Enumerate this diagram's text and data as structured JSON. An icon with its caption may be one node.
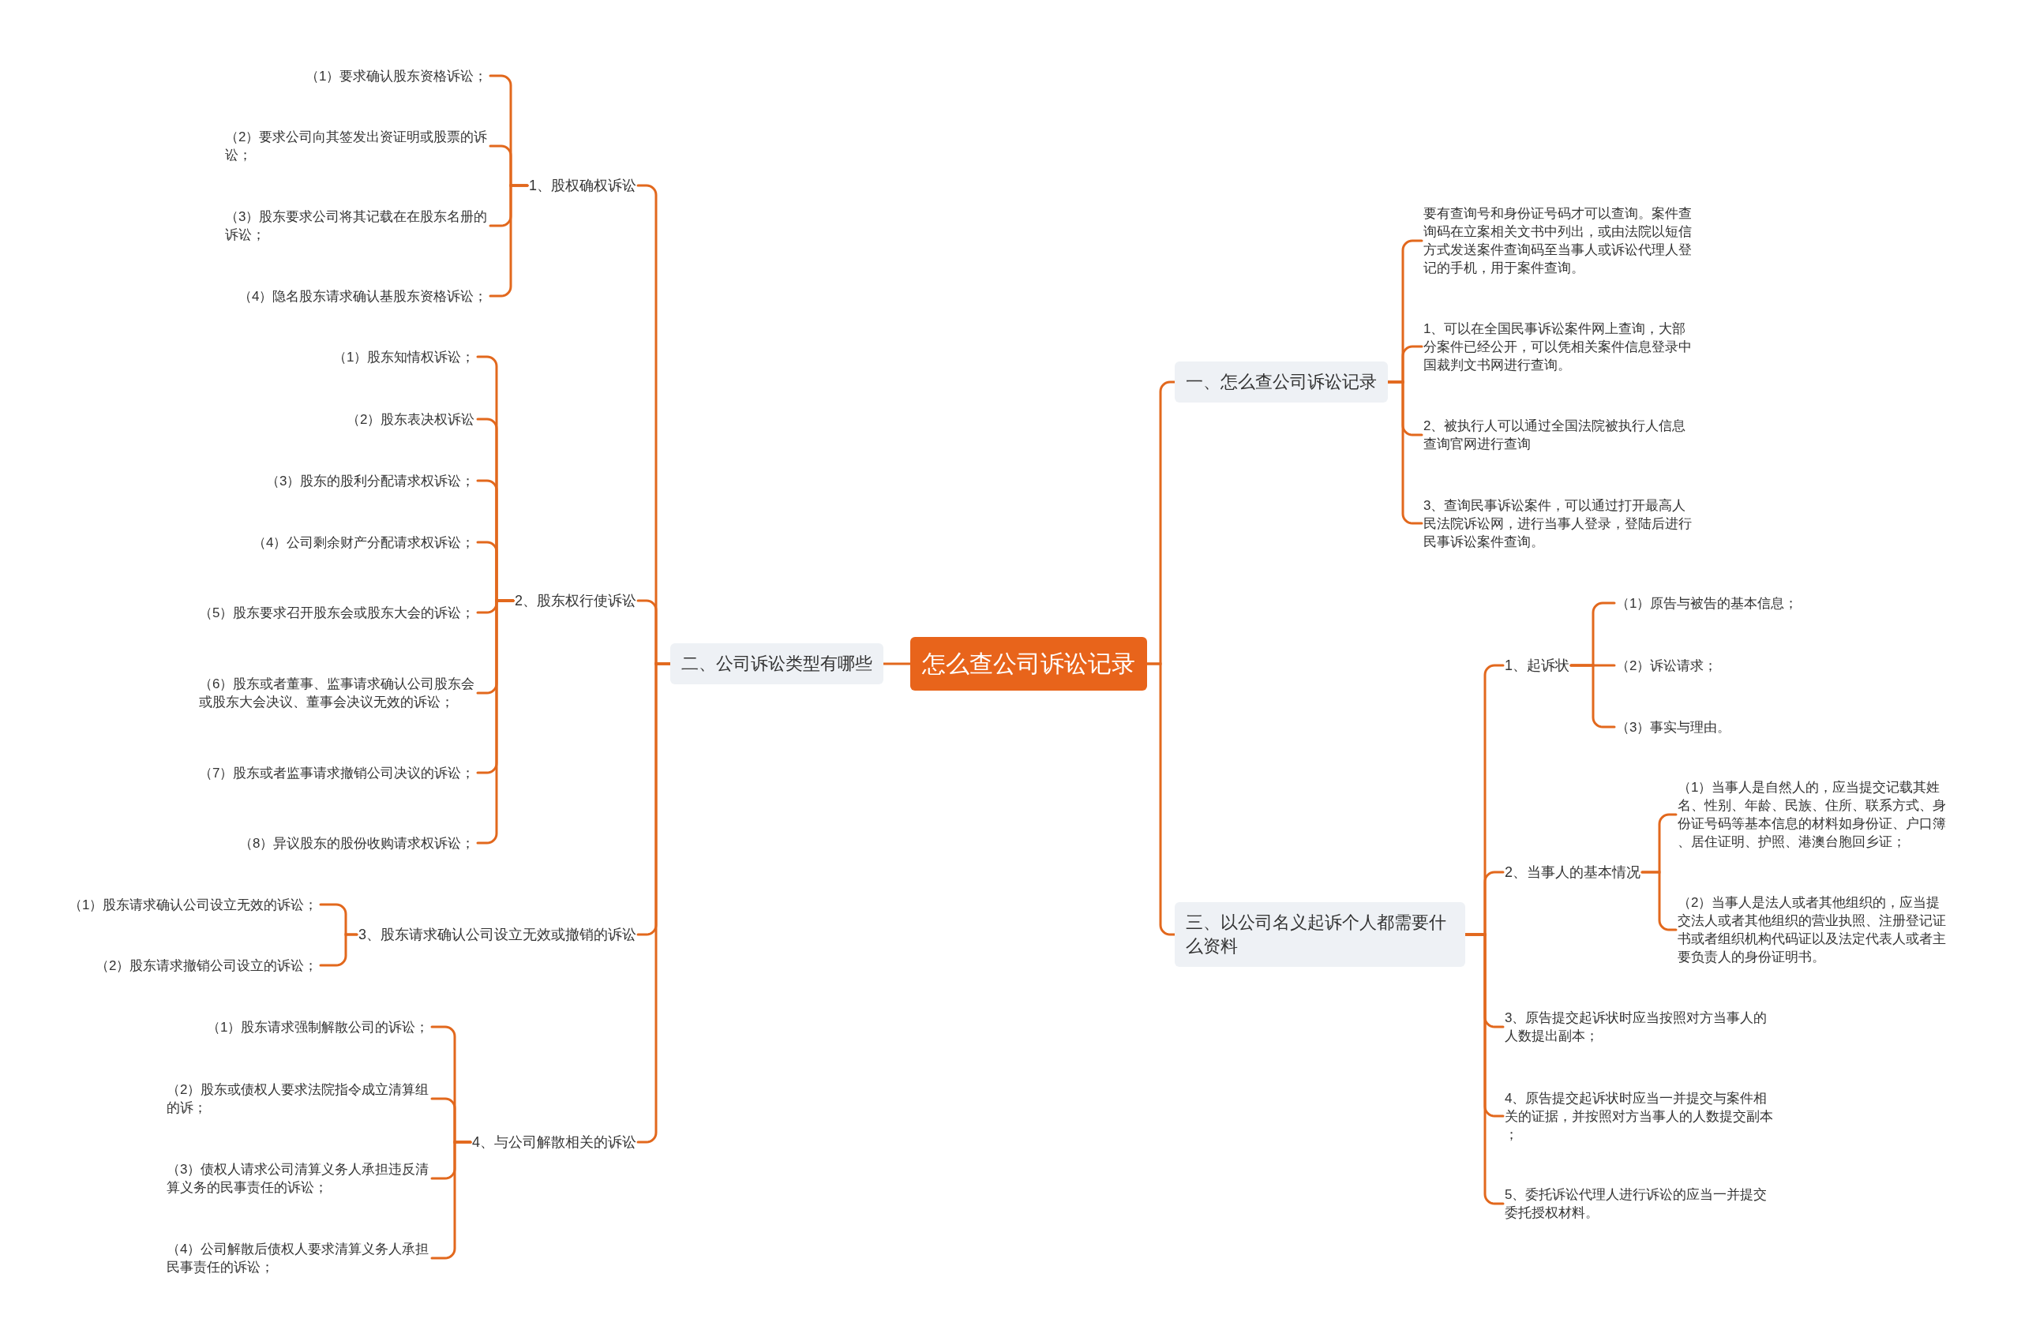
{
  "diagram": {
    "nodes": [
      {
        "text": [
          "怎么查公司诉讼记录"
        ]
      },
      {
        "text": [
          "二、公司诉讼类型有哪些"
        ]
      },
      {
        "text": [
          "1、股权确权诉讼"
        ]
      },
      {
        "text": [
          "（1）要求确认股东资格诉讼；"
        ]
      },
      {
        "text": [
          "（2）要求公司向其签发出资证明或股票的诉讼；"
        ]
      },
      {
        "text": [
          "（3）股东要求公司将其记载在在股东名册的诉讼；"
        ]
      },
      {
        "text": [
          "（4）隐名股东请求确认基股东资格诉讼；"
        ]
      },
      {
        "text": [
          "2、股东权行使诉讼"
        ]
      },
      {
        "text": [
          "（1）股东知情权诉讼；"
        ]
      },
      {
        "text": [
          "（2）股东表决权诉讼"
        ]
      },
      {
        "text": [
          "（3）股东的股利分配请求权诉讼；"
        ]
      },
      {
        "text": [
          "（4）公司剩余财产分配请求权诉讼；"
        ]
      },
      {
        "text": [
          "（5）股东要求召开股东会或股东大会的诉讼；"
        ]
      },
      {
        "text": [
          "（6）股东或者董事、监事请求确认公司股东会或股东大会决议、董事会决议无效的诉讼；"
        ]
      },
      {
        "text": [
          "（7）股东或者监事请求撤销公司决议的诉讼；"
        ]
      },
      {
        "text": [
          "（8）异议股东的股份收购请求权诉讼；"
        ]
      },
      {
        "text": [
          "3、股东请求确认公司设立无效或撤销的诉讼"
        ]
      },
      {
        "text": [
          "（1）股东请求确认公司设立无效的诉讼；"
        ]
      },
      {
        "text": [
          "（2）股东请求撤销公司设立的诉讼；"
        ]
      },
      {
        "text": [
          "4、与公司解散相关的诉讼"
        ]
      },
      {
        "text": [
          "（1）股东请求强制解散公司的诉讼；"
        ]
      },
      {
        "text": [
          "（2）股东或债权人要求法院指令成立清算组的诉；"
        ]
      },
      {
        "text": [
          "（3）债权人请求公司清算义务人承担违反清算义务的民事责任的诉讼；"
        ]
      },
      {
        "text": [
          "（4）公司解散后债权人要求清算义务人承担民事责任的诉讼；"
        ]
      },
      {
        "text": [
          "一、怎么查公司诉讼记录"
        ]
      },
      {
        "text": [
          "要有查询号和身份证号码才可以查询。案件查询码在立案相关文书中列出，或由法院以短信方式发送案件查询码至当事人或诉讼代理人登记的手机，用于案件查询。"
        ]
      },
      {
        "text": [
          "1、可以在全国民事诉讼案件网上查询，大部分案件已经公开，可以凭相关案件信息登录中国裁判文书网进行查询。"
        ]
      },
      {
        "text": [
          "2、被执行人可以通过全国法院被执行人信息查询官网进行查询"
        ]
      },
      {
        "text": [
          "3、查询民事诉讼案件，可以通过打开最高人民法院诉讼网，进行当事人登录，登陆后进行民事诉讼案件查询。"
        ]
      },
      {
        "text": [
          "三、以公司名义起诉个人都需要什么资料"
        ]
      },
      {
        "text": [
          "1、起诉状"
        ]
      },
      {
        "text": [
          "（1）原告与被告的基本信息；"
        ]
      },
      {
        "text": [
          "（2）诉讼请求；"
        ]
      },
      {
        "text": [
          "（3）事实与理由。"
        ]
      },
      {
        "text": [
          "2、当事人的基本情况"
        ]
      },
      {
        "text": [
          "（1）当事人是自然人的，应当提交记载其姓名、性别、年龄、民族、住所、联系方式、身份证号码等基本信息的材料如身份证、户口簿、居住证明、护照、港澳台胞回乡证；"
        ]
      },
      {
        "text": [
          "（2）当事人是法人或者其他组织的，应当提交法人或者其他组织的营业执照、注册登记证书或者组织机构代码证以及法定代表人或者主要负责人的身份证明书。"
        ]
      },
      {
        "text": [
          "3、原告提交起诉状时应当按照对方当事人的人数提出副本；"
        ]
      },
      {
        "text": [
          "4、原告提交起诉状时应当一并提交与案件相关的证据，并按照对方当事人的人数提交副本；"
        ]
      },
      {
        "text": [
          "5、委托诉讼代理人进行诉讼的应当一并提交委托授权材料。"
        ]
      }
    ],
    "edges": [
      {
        "from": 0,
        "to": 1,
        "arrow": "none"
      },
      {
        "from": 1,
        "to": 2,
        "arrow": "none"
      },
      {
        "from": 2,
        "to": 3,
        "arrow": "none"
      },
      {
        "from": 2,
        "to": 4,
        "arrow": "none"
      },
      {
        "from": 2,
        "to": 5,
        "arrow": "none"
      },
      {
        "from": 2,
        "to": 6,
        "arrow": "none"
      },
      {
        "from": 1,
        "to": 7,
        "arrow": "none"
      },
      {
        "from": 7,
        "to": 8,
        "arrow": "none"
      },
      {
        "from": 7,
        "to": 9,
        "arrow": "none"
      },
      {
        "from": 7,
        "to": 10,
        "arrow": "none"
      },
      {
        "from": 7,
        "to": 11,
        "arrow": "none"
      },
      {
        "from": 7,
        "to": 12,
        "arrow": "none"
      },
      {
        "from": 7,
        "to": 13,
        "arrow": "none"
      },
      {
        "from": 7,
        "to": 14,
        "arrow": "none"
      },
      {
        "from": 7,
        "to": 15,
        "arrow": "none"
      },
      {
        "from": 1,
        "to": 16,
        "arrow": "none"
      },
      {
        "from": 16,
        "to": 17,
        "arrow": "none"
      },
      {
        "from": 16,
        "to": 18,
        "arrow": "none"
      },
      {
        "from": 1,
        "to": 19,
        "arrow": "none"
      },
      {
        "from": 19,
        "to": 20,
        "arrow": "none"
      },
      {
        "from": 19,
        "to": 21,
        "arrow": "none"
      },
      {
        "from": 19,
        "to": 22,
        "arrow": "none"
      },
      {
        "from": 19,
        "to": 23,
        "arrow": "none"
      },
      {
        "from": 0,
        "to": 24,
        "arrow": "none"
      },
      {
        "from": 24,
        "to": 25,
        "arrow": "none"
      },
      {
        "from": 24,
        "to": 26,
        "arrow": "none"
      },
      {
        "from": 24,
        "to": 27,
        "arrow": "none"
      },
      {
        "from": 24,
        "to": 28,
        "arrow": "none"
      },
      {
        "from": 0,
        "to": 29,
        "arrow": "none"
      },
      {
        "from": 29,
        "to": 30,
        "arrow": "none"
      },
      {
        "from": 30,
        "to": 31,
        "arrow": "none"
      },
      {
        "from": 30,
        "to": 32,
        "arrow": "none"
      },
      {
        "from": 30,
        "to": 33,
        "arrow": "none"
      },
      {
        "from": 29,
        "to": 34,
        "arrow": "none"
      },
      {
        "from": 34,
        "to": 35,
        "arrow": "none"
      },
      {
        "from": 34,
        "to": 36,
        "arrow": "none"
      },
      {
        "from": 29,
        "to": 37,
        "arrow": "none"
      },
      {
        "from": 29,
        "to": 38,
        "arrow": "none"
      },
      {
        "from": 29,
        "to": 39,
        "arrow": "none"
      }
    ]
  }
}
